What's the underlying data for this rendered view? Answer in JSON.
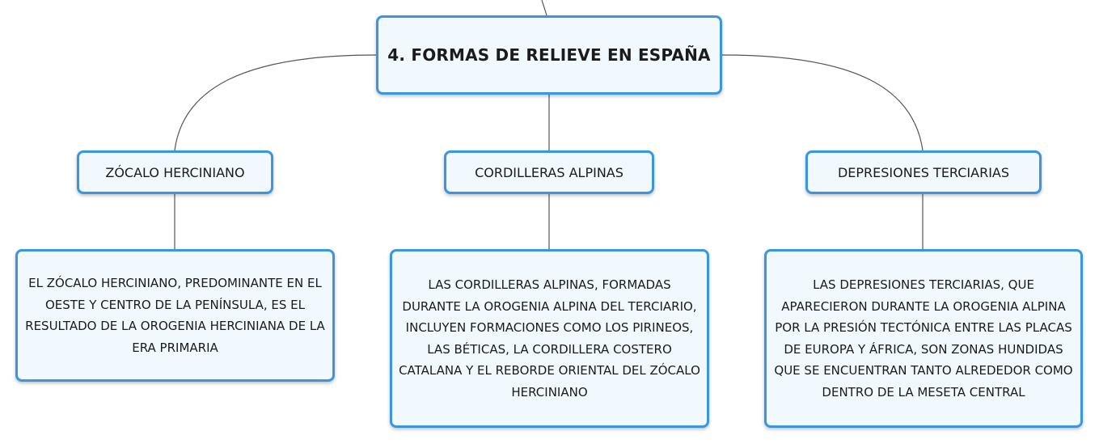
{
  "central_topic": {
    "label": "4. FORMAS DE RELIEVE EN ESPAÑA"
  },
  "branches": [
    {
      "label": "ZÓCALO HERCINIANO",
      "detail": "EL ZÓCALO HERCINIANO, PREDOMINANTE EN EL OESTE Y CENTRO DE LA PENÍNSULA, ES EL RESULTADO DE LA OROGENIA HERCINIANA DE LA ERA PRIMARIA"
    },
    {
      "label": "CORDILLERAS ALPINAS",
      "detail": "LAS CORDILLERAS ALPINAS, FORMADAS DURANTE LA OROGENIA ALPINA DEL TERCIARIO, INCLUYEN FORMACIONES COMO LOS PIRINEOS, LAS BÉTICAS, LA CORDILLERA COSTERO CATALANA Y EL REBORDE ORIENTAL DEL ZÓCALO HERCINIANO"
    },
    {
      "label": "DEPRESIONES TERCIARIAS",
      "detail": "LAS DEPRESIONES TERCIARIAS, QUE APARECIERON DURANTE LA OROGENIA ALPINA POR LA PRESIÓN TECTÓNICA ENTRE LAS PLACAS DE EUROPA Y ÁFRICA, SON ZONAS HUNDIDAS QUE SE ENCUENTRAN TANTO ALREDEDOR COMO DENTRO DE LA MESETA CENTRAL"
    }
  ],
  "colors": {
    "node_border": "#3a96e0",
    "node_fill": "#f1f8fe",
    "connector": "#555555",
    "text": "#1b1b1b"
  }
}
